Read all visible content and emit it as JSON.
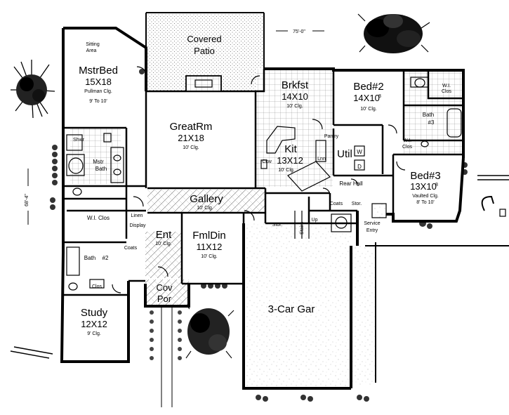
{
  "dimensions": {
    "width": "75'-0\"",
    "depth": "68'-4\""
  },
  "rooms": {
    "covered_patio": {
      "name": "Covered",
      "name2": "Patio"
    },
    "sitting_area": {
      "name": "Sitting",
      "name2": "Area"
    },
    "master_bed": {
      "name": "MstrBed",
      "size": "15X18",
      "note": "Pullman Clg.",
      "note2": "9' To 10'"
    },
    "great_room": {
      "name": "GreatRm",
      "size": "21X18",
      "clg": "10' Clg."
    },
    "breakfast": {
      "name": "Brkfst",
      "size": "14X10",
      "clg": "10' Clg."
    },
    "bed2": {
      "name": "Bed#2",
      "size": "14X10",
      "sup": "8",
      "clg": "10' Clg."
    },
    "wi_clos_right": {
      "name": "W.I.",
      "name2": "Clos"
    },
    "bath3": {
      "name": "Bath",
      "name2": "#3"
    },
    "wi_clos_bed3": {
      "name": "W.I.",
      "name2": "Clos"
    },
    "bed3": {
      "name": "Bed#3",
      "size": "13X10",
      "sup": "8",
      "note": "Vaulted Clg.",
      "note2": "8' To 10'"
    },
    "pantry": {
      "name": "Pantry"
    },
    "kitchen": {
      "name": "Kit",
      "size": "13X12",
      "clg": "10' Clg."
    },
    "util": {
      "name": "Util",
      "w": "W",
      "d": "D"
    },
    "rear_hall": {
      "name": "Rear Hall"
    },
    "coats": {
      "name": "Coats"
    },
    "stor1": {
      "name": "Stor."
    },
    "stor2": {
      "name": "Stor."
    },
    "service_entry": {
      "name": "Service",
      "name2": "Entry"
    },
    "shwr": {
      "name": "Shwr"
    },
    "mstr_bath": {
      "name": "Mstr",
      "name2": "Bath"
    },
    "wi_clos_master": {
      "name": "W.I. Clos"
    },
    "linen": {
      "name": "Linen"
    },
    "display": {
      "name": "Display"
    },
    "gallery": {
      "name": "Gallery",
      "clg": "10' Clg."
    },
    "entry": {
      "name": "Ent",
      "clg": "10' Clg."
    },
    "formal_dining": {
      "name": "FmlDin",
      "size": "11X12",
      "clg": "10' Clg."
    },
    "coats2": {
      "name": "Coats"
    },
    "bath2": {
      "name": "Bath",
      "name2": "#2"
    },
    "clos_study": {
      "name": "Clos"
    },
    "cov_porch": {
      "name": "Cov",
      "name2": "Por"
    },
    "study": {
      "name": "Study",
      "size": "12X12",
      "clg": "9' Clg."
    },
    "garage": {
      "name": "3-Car Gar"
    },
    "stairs": {
      "name": "Stairs"
    },
    "up": {
      "name": "Up"
    },
    "cktp": {
      "name": "Ckw"
    },
    "lnn": {
      "name": "Lnn"
    }
  }
}
